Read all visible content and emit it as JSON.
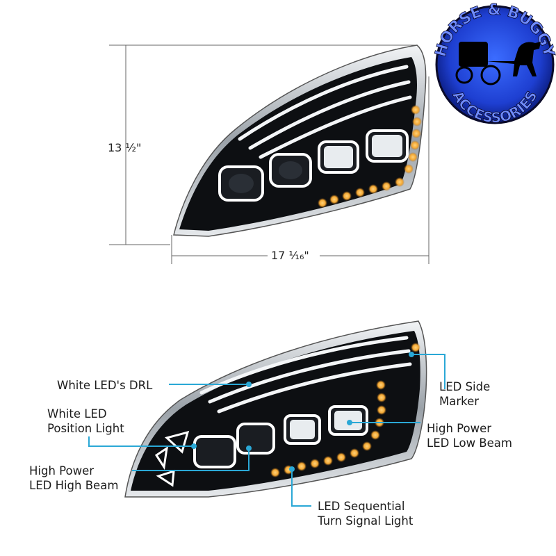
{
  "dimensions": {
    "height": "13 ½\"",
    "width": "17 ¹⁄₁₆\""
  },
  "logo": {
    "text_top": "HORSE & BUGGY",
    "text_bottom": "ACCESSORIES"
  },
  "callouts": {
    "drl": "White LED's DRL",
    "position_light": [
      "White LED",
      "Position Light"
    ],
    "high_beam": [
      "High Power",
      "LED High Beam"
    ],
    "side_marker": [
      "LED Side",
      "Marker"
    ],
    "low_beam": [
      "High Power",
      "LED Low Beam"
    ],
    "turn_signal": [
      "LED Sequential",
      "Turn Signal Light"
    ]
  },
  "colors": {
    "leader": "#2aa8d6",
    "amber": "#f3a733",
    "chrome": "#cfd3d8",
    "housing": "#0d0f12"
  }
}
